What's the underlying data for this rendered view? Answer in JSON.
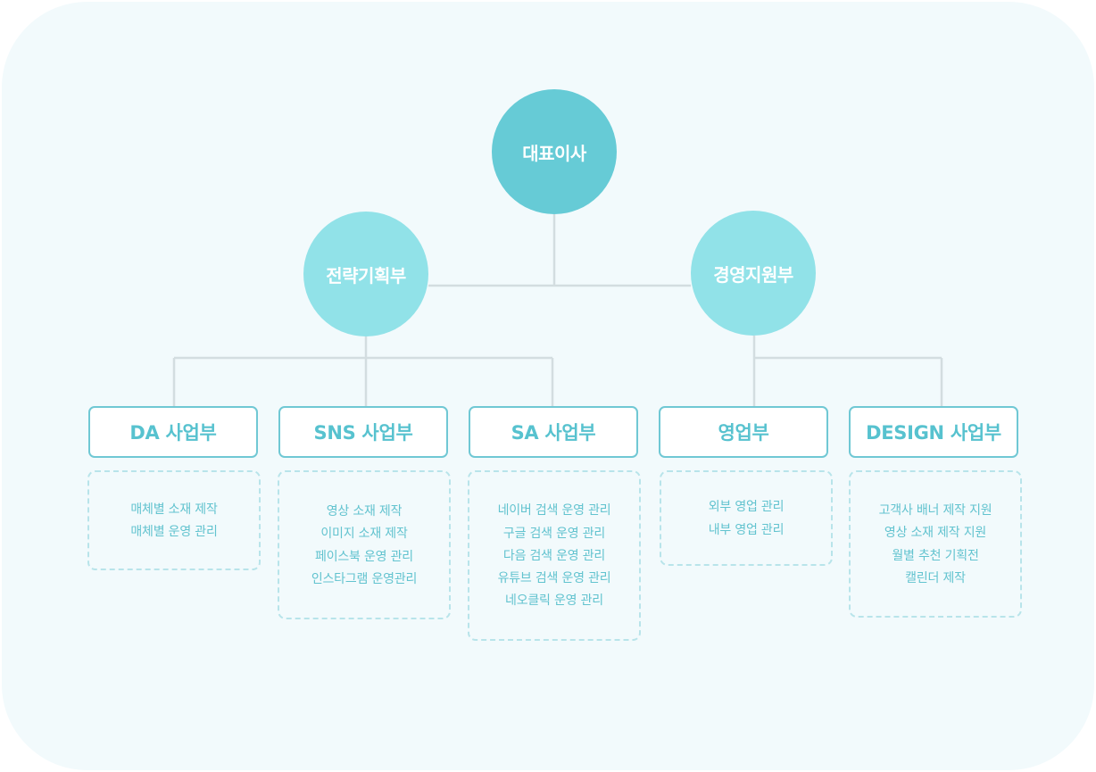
{
  "ceo": {
    "label": "대표이사"
  },
  "divisions": [
    {
      "label": "전략기획부"
    },
    {
      "label": "경영지원부"
    }
  ],
  "departments": [
    {
      "label": "DA 사업부",
      "tasks": [
        "매체별 소재 제작",
        "매체별 운영 관리"
      ]
    },
    {
      "label": "SNS 사업부",
      "tasks": [
        "영상 소재 제작",
        "이미지 소재 제작",
        "페이스북 운영 관리",
        "인스타그램 운영관리"
      ]
    },
    {
      "label": "SA 사업부",
      "tasks": [
        "네이버 검색 운영 관리",
        "구글 검색 운영 관리",
        "다음 검색 운영 관리",
        "유튜브 검색 운영 관리",
        "네오클릭 운영 관리"
      ]
    },
    {
      "label": "영업부",
      "tasks": [
        "외부 영업 관리",
        "내부 영업 관리"
      ]
    },
    {
      "label": "DESIGN 사업부",
      "tasks": [
        "고객사 배너 제작 지원",
        "영상 소재 제작 지원",
        "월별 추천 기획전",
        "캘린더 제작"
      ]
    }
  ],
  "colors": {
    "ceo_fill": "#66cbd6",
    "division_fill": "#91e2e8",
    "dept_border": "#70c8d4",
    "dept_text": "#57c2cf",
    "task_border": "#b8e4ea",
    "task_text": "#62c3cf",
    "connector": "#d3dde0",
    "background": "#f2fafc"
  }
}
